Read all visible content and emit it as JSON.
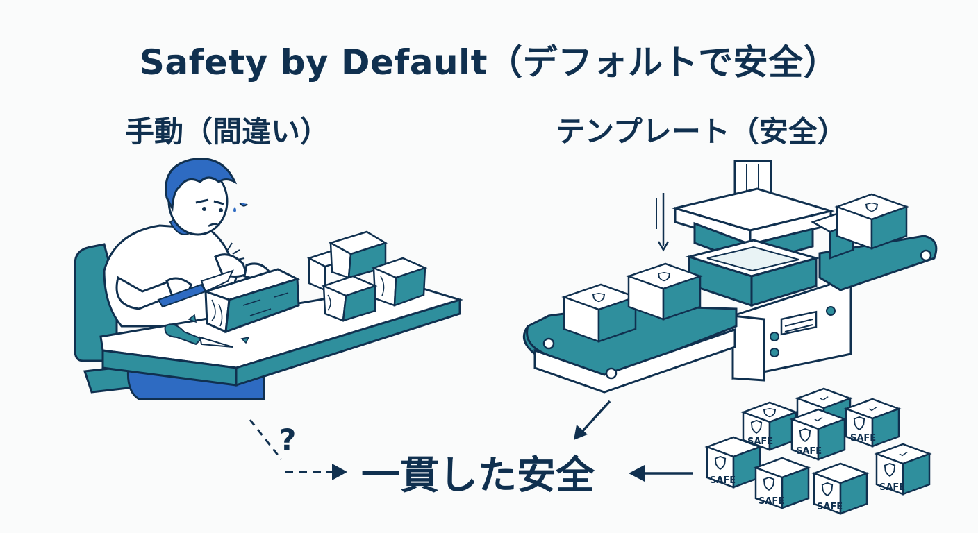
{
  "title": "Safety by Default（デフォルトで安全）",
  "manual_label": "手動（間違い）",
  "template_label": "テンプレート（安全）",
  "result_label": "一貫した安全",
  "question_mark": "?",
  "box_label": "SAFE",
  "colors": {
    "navy": "#10304f",
    "teal": "#2f8f9d",
    "light_teal": "#e9f3f5",
    "blue": "#2e6bc2"
  },
  "icons": [
    "person-icon",
    "knife-icon",
    "rough-block-icon",
    "press-machine-icon",
    "conveyor-icon",
    "shield-icon",
    "arrow-icon"
  ]
}
